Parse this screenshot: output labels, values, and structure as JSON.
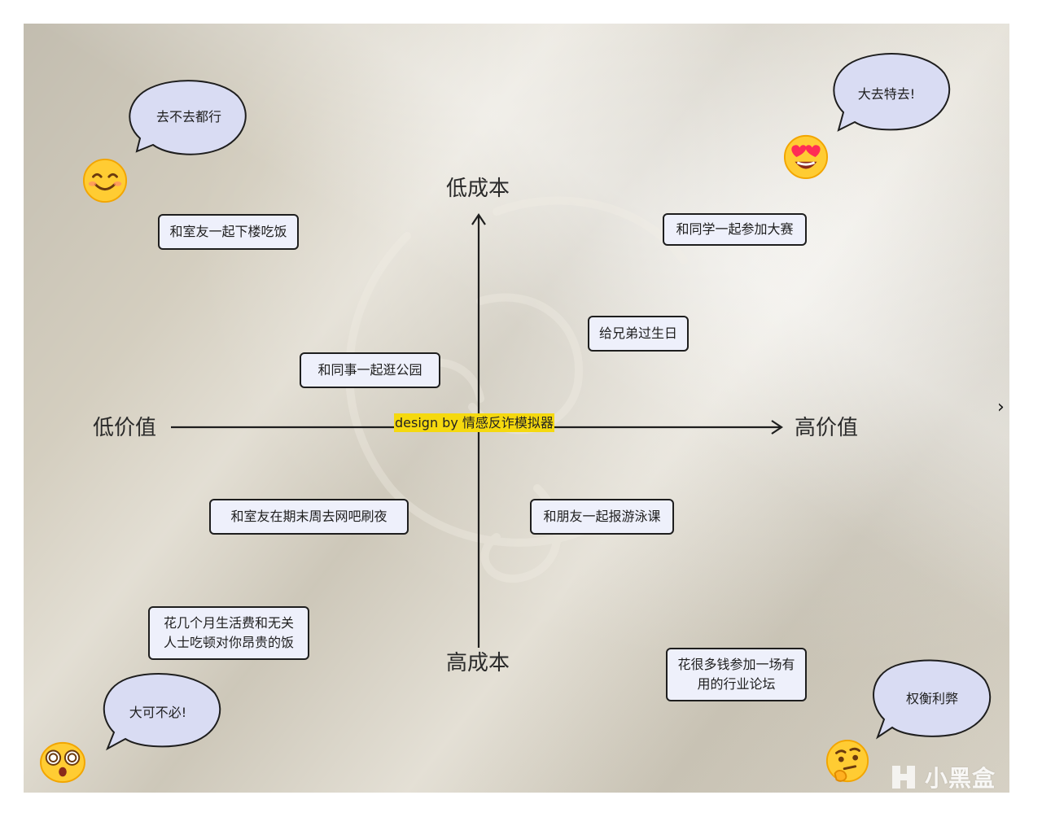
{
  "axes": {
    "top": "低成本",
    "bottom": "高成本",
    "left": "低价值",
    "right": "高价值"
  },
  "credit": "design by 情感反诈模拟器",
  "items": [
    "和室友一起下楼吃饭",
    "和同学一起参加大赛",
    "给兄弟过生日",
    "和同事一起逛公园",
    "和室友在期末周去网吧刷夜",
    "和朋友一起报游泳课",
    "花几个月生活费和无关\n人士吃顿对你昂贵的饭",
    "花很多钱参加一场有\n用的行业论坛"
  ],
  "bubbles": {
    "top_left": "去不去都行",
    "top_right": "大去特去!",
    "bottom_left": "大可不必!",
    "bottom_right": "权衡利弊"
  },
  "emojis": [
    "smiling-face",
    "heart-eyes-face",
    "dizzy-face",
    "thinking-face"
  ],
  "far_arrow": "›",
  "brand": "小黑盒",
  "colors": {
    "node_fill": "#eef0fb",
    "bubble_fill": "#d9dcf3",
    "credit_highlight": "#f5d90f",
    "stroke": "#1e1e1e"
  }
}
